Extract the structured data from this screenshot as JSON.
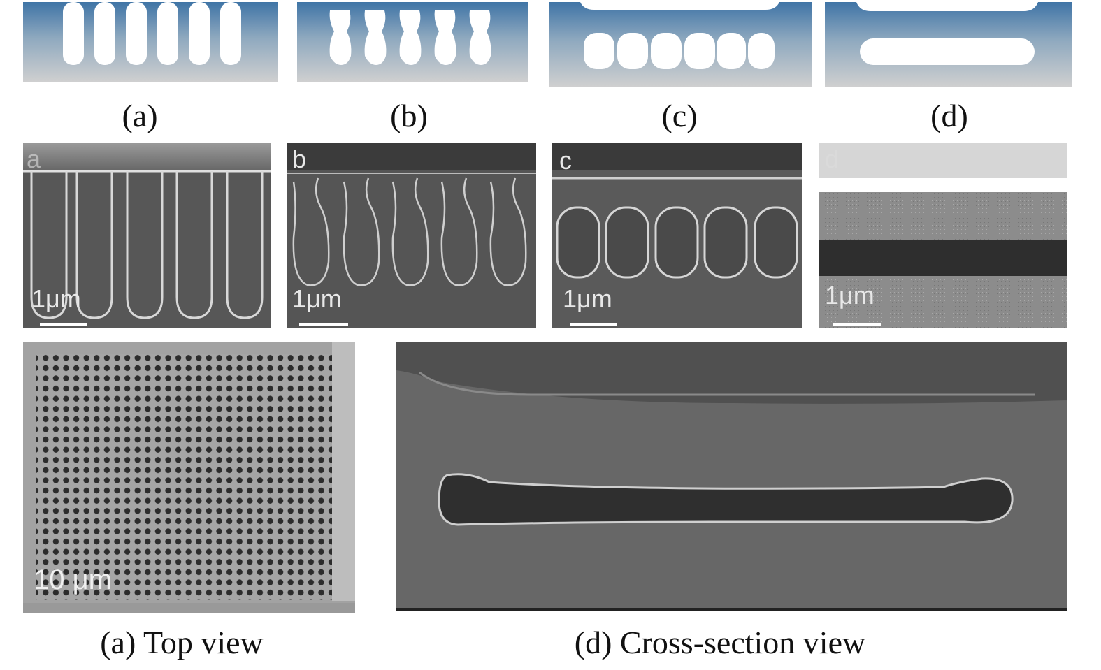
{
  "schematics": {
    "a": {
      "caption": "(a)"
    },
    "b": {
      "caption": "(b)"
    },
    "c": {
      "caption": "(c)"
    },
    "d": {
      "caption": "(d)"
    }
  },
  "sem_panels": {
    "a": {
      "letter": "a",
      "scale": "1μm"
    },
    "b": {
      "letter": "b",
      "scale": "1μm"
    },
    "c": {
      "letter": "c",
      "scale": "1μm"
    },
    "d": {
      "letter": "d",
      "scale": "1μm"
    }
  },
  "bottom": {
    "top_view": {
      "scale": "10 μm",
      "caption": "(a) Top view"
    },
    "cross_section": {
      "caption": "(d) Cross-section view"
    }
  },
  "colors": {
    "schematic_top": "#4d7eaa",
    "schematic_bottom": "#c9c9c9",
    "sem_bg": "#5a5a5a",
    "sem_outline": "#d8d8d8"
  }
}
